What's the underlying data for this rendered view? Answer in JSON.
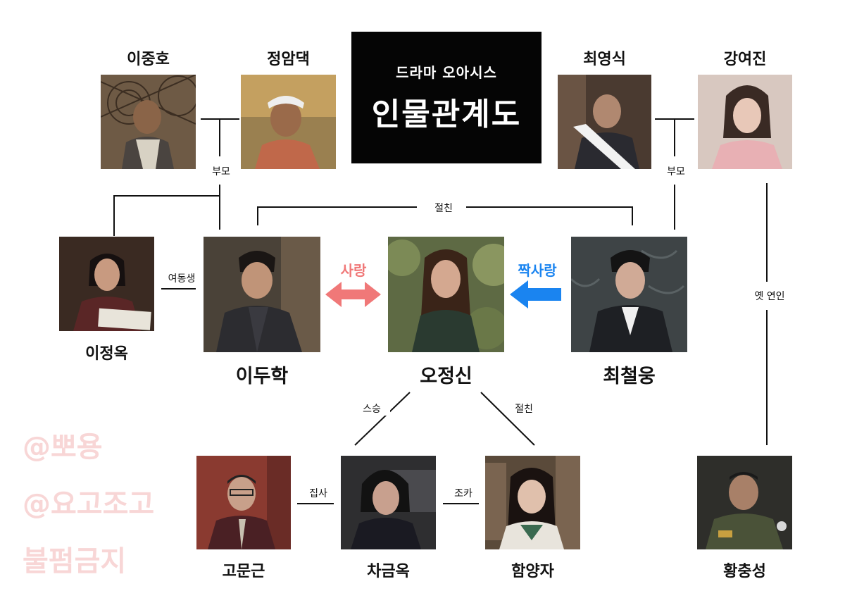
{
  "title": {
    "subtitle": "드라마 오아시스",
    "main": "인물관계도"
  },
  "characters": {
    "lee_jungho": "이중호",
    "jung_amdaek": "정암댁",
    "choi_youngsik": "최영식",
    "kang_yeojin": "강여진",
    "lee_jungok": "이정옥",
    "lee_duhak": "이두학",
    "oh_jungshin": "오정신",
    "choi_chulwoong": "최철웅",
    "go_mungeun": "고문근",
    "cha_geumok": "차금옥",
    "ham_yangja": "함양자",
    "hwang_chungsung": "황충성"
  },
  "relations": {
    "parents_left": "부모",
    "parents_right": "부모",
    "best_friend_top": "절친",
    "younger_sister": "여동생",
    "love": "사랑",
    "crush": "짝사랑",
    "ex_lover": "옛 연인",
    "teacher": "스승",
    "best_friend_bottom": "절친",
    "butler": "집사",
    "niece": "조카"
  },
  "colors": {
    "love": "#f07878",
    "crush": "#1a84f0",
    "watermark": "#f8d6d6"
  },
  "watermark": [
    "@뽀용",
    "@요고조고",
    "불펌금지"
  ]
}
